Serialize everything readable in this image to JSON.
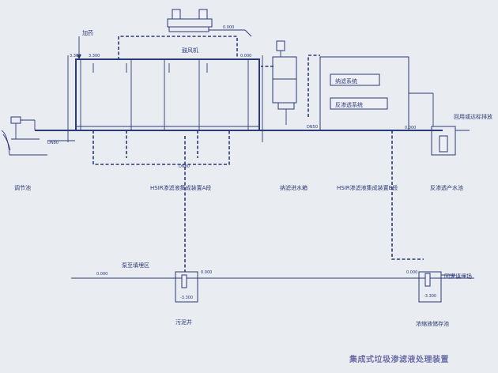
{
  "caption": "集成式垃圾渗滤液处理装置",
  "labels": {
    "dosing": "加药",
    "blower": "鼓风机",
    "nf_system": "纳滤系统",
    "ro_system": "反渗透系统",
    "reuse": "回用或达标排放",
    "regulating_pool": "调节池",
    "hsir_a": "HSIR渗滤液集成装置A段",
    "nf_tank": "纳滤进水箱",
    "hsir_b": "HSIR渗滤液集成装置B段",
    "ro_pool": "反渗透产水池",
    "pump_to_landfill": "泵至填埋区",
    "sludge_well": "污泥井",
    "to_landfill": "回灌填埋场",
    "concentrate_pool": "浓缩液储存池",
    "d_a": "DN80",
    "d_b": "DN80",
    "d_c": "DN50"
  },
  "elevations": {
    "e1": "3.300",
    "e2": "3.300",
    "e3": "0.000",
    "e4": "0.000",
    "e5": "0.000",
    "e6": "0.000",
    "e7": "0.000",
    "e8": "-3.300",
    "e9": "-3.300",
    "e10": "0.000"
  }
}
